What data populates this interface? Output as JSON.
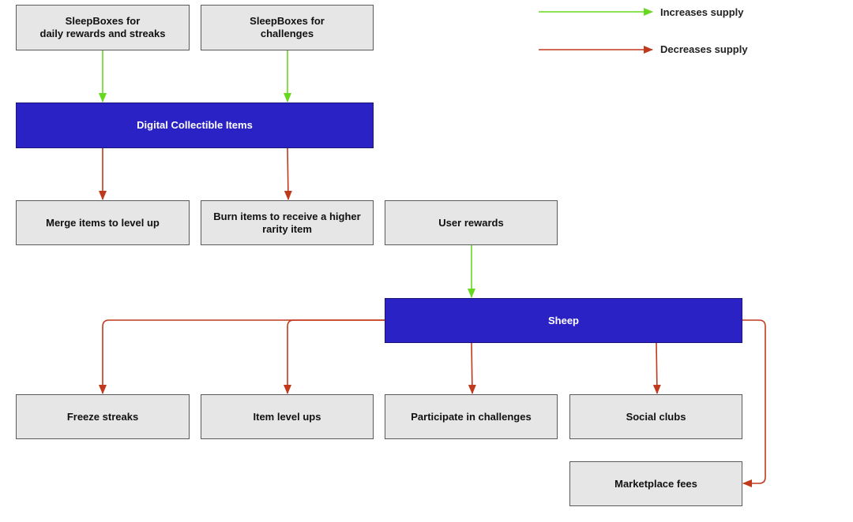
{
  "colors": {
    "increase": "#66d91f",
    "decrease": "#c0391b",
    "hub_fill": "#2a22c4",
    "box_fill": "#e6e6e6"
  },
  "legend": {
    "increase_label": "Increases supply",
    "decrease_label": "Decreases supply"
  },
  "nodes": {
    "sleepboxes_daily": "SleepBoxes for\ndaily rewards and streaks",
    "sleepboxes_challenges": "SleepBoxes for\nchallenges",
    "digital_collectibles": "Digital Collectible Items",
    "merge_items": "Merge items to level up",
    "burn_items": "Burn items to receive a higher\nrarity item",
    "user_rewards": "User rewards",
    "sheep": "Sheep",
    "freeze_streaks": "Freeze streaks",
    "item_level_ups": "Item level ups",
    "participate_challenges": "Participate in challenges",
    "social_clubs": "Social clubs",
    "marketplace_fees": "Marketplace fees"
  },
  "edges": [
    {
      "from": "sleepboxes_daily",
      "to": "digital_collectibles",
      "effect": "increase"
    },
    {
      "from": "sleepboxes_challenges",
      "to": "digital_collectibles",
      "effect": "increase"
    },
    {
      "from": "digital_collectibles",
      "to": "merge_items",
      "effect": "decrease"
    },
    {
      "from": "digital_collectibles",
      "to": "burn_items",
      "effect": "decrease"
    },
    {
      "from": "user_rewards",
      "to": "sheep",
      "effect": "increase"
    },
    {
      "from": "sheep",
      "to": "freeze_streaks",
      "effect": "decrease"
    },
    {
      "from": "sheep",
      "to": "item_level_ups",
      "effect": "decrease"
    },
    {
      "from": "sheep",
      "to": "participate_challenges",
      "effect": "decrease"
    },
    {
      "from": "sheep",
      "to": "social_clubs",
      "effect": "decrease"
    },
    {
      "from": "sheep",
      "to": "marketplace_fees",
      "effect": "decrease"
    }
  ]
}
